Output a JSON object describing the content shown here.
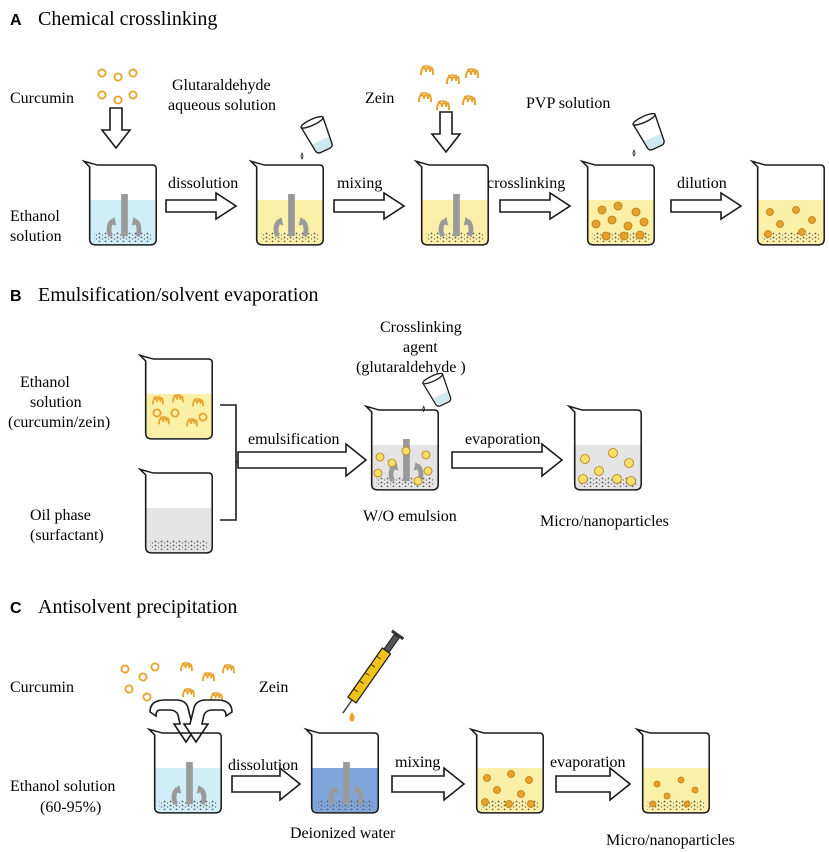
{
  "panels": {
    "a": {
      "letter": "A",
      "title": "Chemical crosslinking",
      "labels": {
        "curcumin": "Curcumin",
        "glutaraldehyde_1": "Glutaraldehyde",
        "glutaraldehyde_2": "aqueous solution",
        "zein": "Zein",
        "pvp": "PVP solution",
        "ethanol_1": "Ethanol",
        "ethanol_2": "solution"
      },
      "steps": [
        "dissolution",
        "mixing",
        "crosslinking",
        "dilution"
      ]
    },
    "b": {
      "letter": "B",
      "title": "Emulsification/solvent evaporation",
      "labels": {
        "ethanol_1": "Ethanol",
        "ethanol_2": "solution",
        "ethanol_3": "(curcumin/zein)",
        "oil_1": "Oil phase",
        "oil_2": "(surfactant)",
        "crosslink_1": "Crosslinking",
        "crosslink_2": "agent",
        "crosslink_3": "(glutaraldehyde )",
        "wo_emulsion": "W/O emulsion",
        "micro": "Micro/nanoparticles"
      },
      "steps": [
        "emulsification",
        "evaporation"
      ]
    },
    "c": {
      "letter": "C",
      "title": "Antisolvent precipitation",
      "labels": {
        "curcumin": "Curcumin",
        "zein": "Zein",
        "ethanol_1": "Ethanol solution",
        "ethanol_2": "(60-95%)",
        "deionized": "Deionized water",
        "micro": "Micro/nanoparticles"
      },
      "steps": [
        "dissolution",
        "mixing",
        "evaporation"
      ]
    }
  },
  "colors": {
    "ethanol_blue": "#cfeef5",
    "yellow_solution": "#fbf0a8",
    "deionized_blue": "#7fa6dc",
    "particle": "#e8a12a",
    "particle_edge": "#b97a0f",
    "oil_gray": "#e4e4e4",
    "stirrer": "#9a9a9a"
  }
}
